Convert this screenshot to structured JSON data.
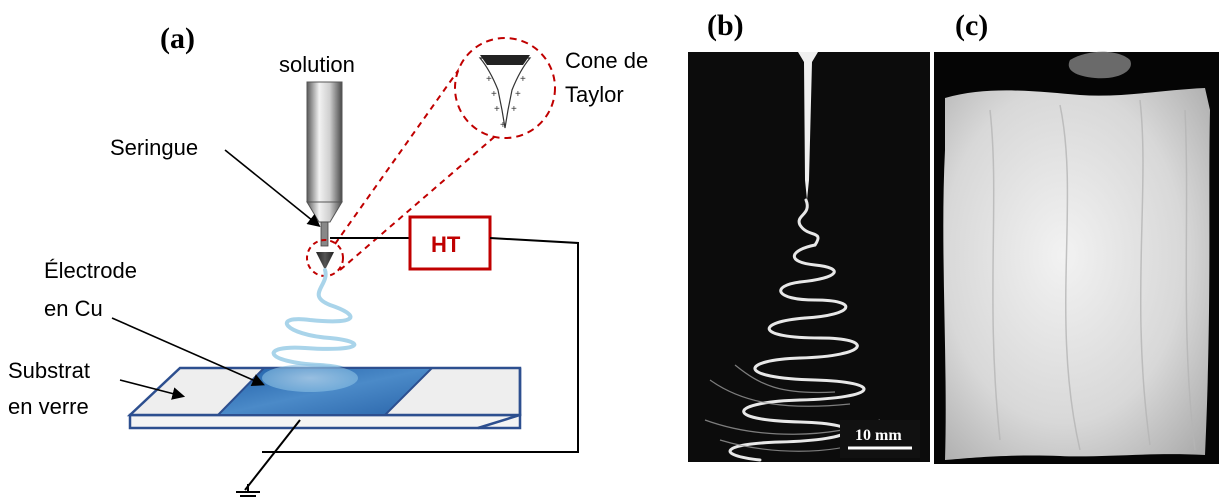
{
  "panel_a": {
    "tag": "(a)",
    "labels": {
      "solution": "solution",
      "cone_line1": "Cone de",
      "cone_line2": "Taylor",
      "syringe": "Seringue",
      "electrode_line1": "Électrode",
      "electrode_line2": "en Cu",
      "substrate_line1": "Substrat",
      "substrate_line2": "en verre",
      "ht": "HT"
    }
  },
  "panel_b": {
    "tag": "(b)",
    "scale_bar": "10 mm"
  },
  "panel_c": {
    "tag": "(c)"
  },
  "colors": {
    "arrow_blue": "#1f2fd0",
    "ht_red": "#c00000",
    "electrode_blue": "#2f6fb0",
    "substrate_border": "#2d4f8f",
    "fiber_blue": "#a9d4ea"
  }
}
